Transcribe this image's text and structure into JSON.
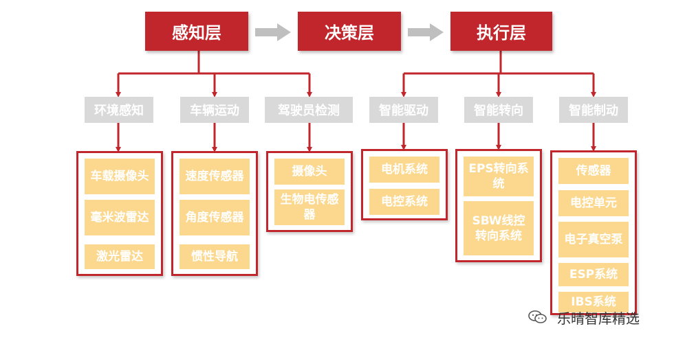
{
  "layers": [
    {
      "label": "感知层"
    },
    {
      "label": "决策层"
    },
    {
      "label": "执行层"
    }
  ],
  "categories": [
    {
      "label": "环境感知",
      "items": [
        "车载摄像头",
        "毫米波雷达",
        "激光雷达"
      ]
    },
    {
      "label": "车辆运动",
      "items": [
        "速度传感器",
        "角度传感器",
        "惯性导航"
      ]
    },
    {
      "label": "驾驶员检测",
      "items": [
        "摄像头",
        "生物电传感器"
      ]
    },
    {
      "label": "智能驱动",
      "items": [
        "电机系统",
        "电控系统"
      ]
    },
    {
      "label": "智能转向",
      "items": [
        "EPS转向系统",
        "SBW线控转向系统"
      ]
    },
    {
      "label": "智能制动",
      "items": [
        "传感器",
        "电控单元",
        "电子真空泵",
        "ESP系统",
        "IBS系统"
      ]
    }
  ],
  "watermark": {
    "text": "乐晴智库精选",
    "icon": "wechat-icon"
  },
  "colors": {
    "accent": "#c0262b",
    "category_bg": "#d9d9d9",
    "item_bg": "#fbd88d",
    "arrow": "#bfbfbf"
  }
}
